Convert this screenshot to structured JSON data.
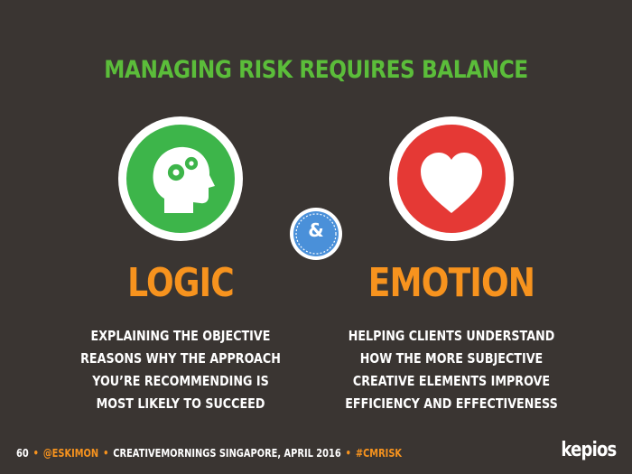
{
  "title": "MANAGING RISK REQUIRES BALANCE",
  "left": {
    "icon": "head-with-gears-icon",
    "heading": "LOGIC",
    "description": [
      "EXPLAINING THE OBJECTIVE",
      "REASONS WHY THE APPROACH",
      "YOU’RE RECOMMENDING IS",
      "MOST LIKELY TO SUCCEED"
    ],
    "circle_color": "#3db54a"
  },
  "connector": "&",
  "right": {
    "icon": "heart-icon",
    "heading": "EMOTION",
    "description": [
      "HELPING CLIENTS UNDERSTAND",
      "HOW THE MORE SUBJECTIVE",
      "CREATIVE ELEMENTS IMPROVE",
      "EFFICIENCY AND EFFECTIVENESS"
    ],
    "circle_color": "#e53935"
  },
  "footer": {
    "page": "60",
    "handle": "@ESKIMON",
    "event": "CREATIVEMORNINGS SINGAPORE, APRIL 2016",
    "hashtag": "#CMRISK"
  },
  "brand": "kepios",
  "colors": {
    "background": "#3a3532",
    "title": "#5bbd3a",
    "heading": "#f7931e",
    "badge": "#4a90d9"
  }
}
